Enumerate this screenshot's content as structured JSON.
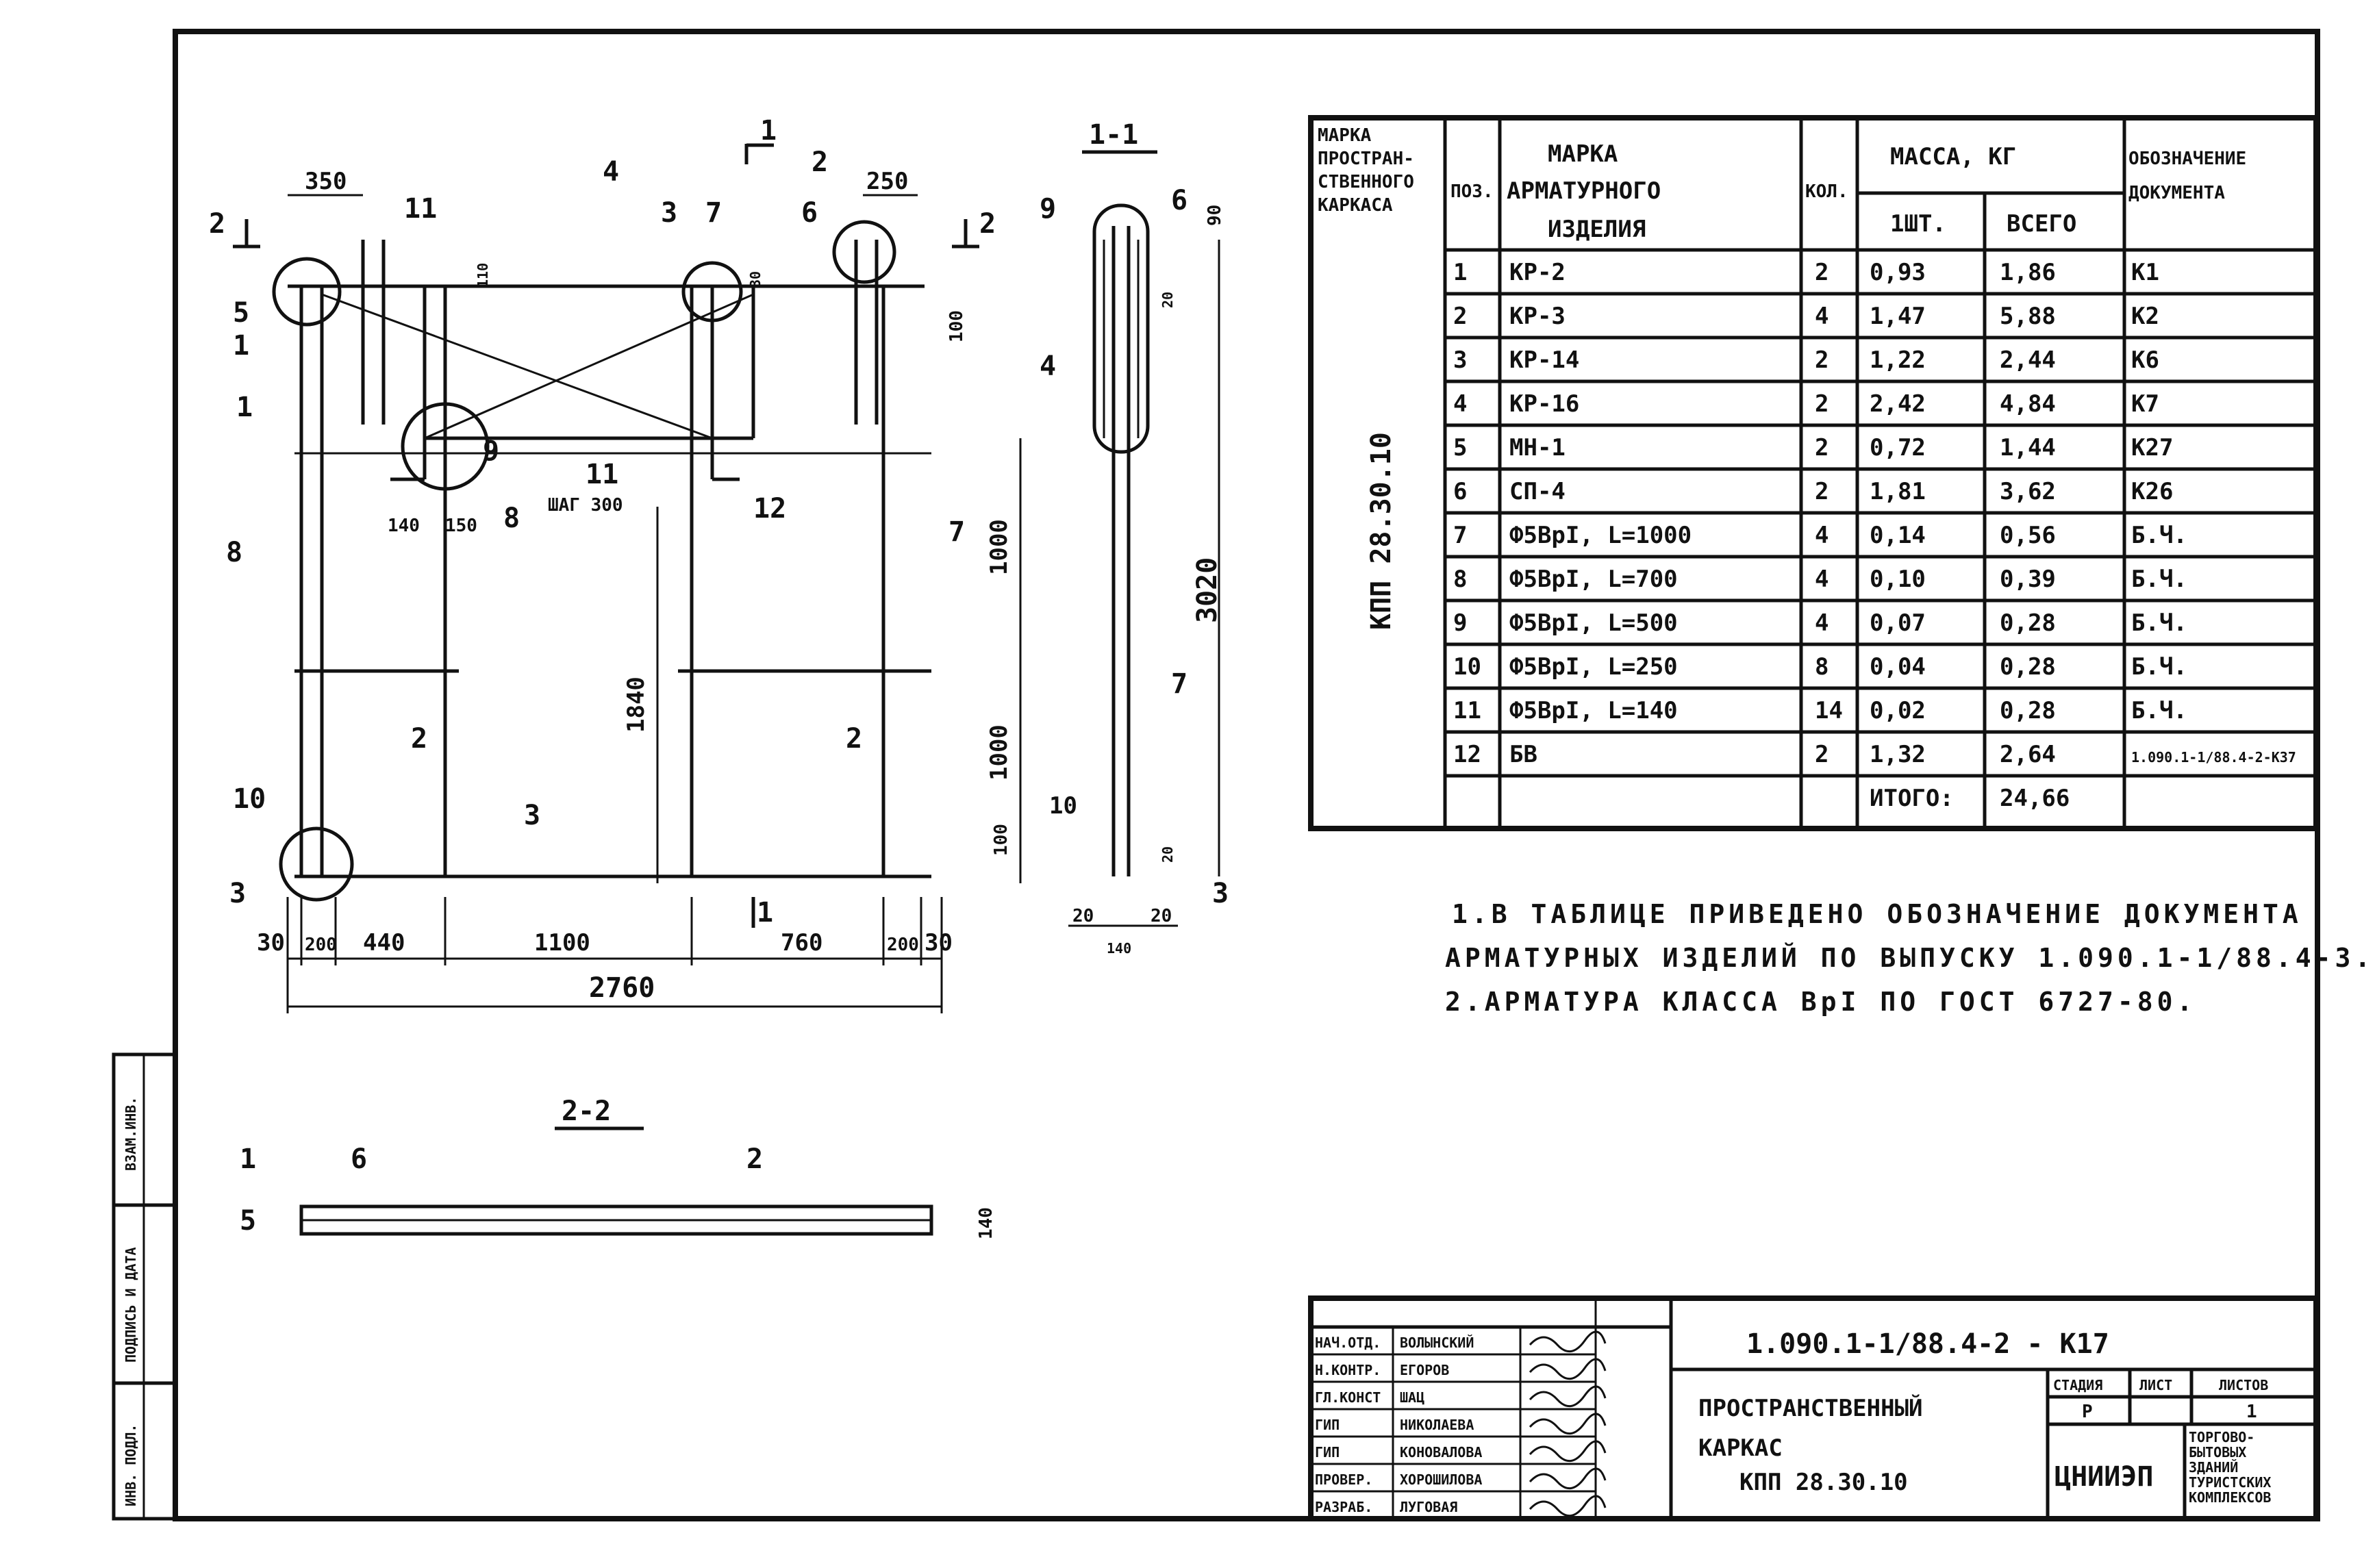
{
  "spec_table": {
    "headers": {
      "frame_mark": [
        "МАРКА",
        "ПРОСТРАН-",
        "СТВЕННОГО",
        "КАРКАСА"
      ],
      "pos": "ПОЗ.",
      "item_mark": [
        "МАРКА",
        "АРМАТУРНОГО",
        "ИЗДЕЛИЯ"
      ],
      "qty": "КОЛ.",
      "mass": "МАССА, КГ",
      "mass_one": "1ШТ.",
      "mass_all": "ВСЕГО",
      "doc": [
        "ОБОЗНАЧЕНИЕ",
        "ДОКУМЕНТА"
      ]
    },
    "frame_value": "КПП 28.30.10",
    "rows": [
      {
        "pos": "1",
        "mark": "КР-2",
        "qty": "2",
        "one": "0,93",
        "all": "1,86",
        "doc": "К1"
      },
      {
        "pos": "2",
        "mark": "КР-3",
        "qty": "4",
        "one": "1,47",
        "all": "5,88",
        "doc": "К2"
      },
      {
        "pos": "3",
        "mark": "КР-14",
        "qty": "2",
        "one": "1,22",
        "all": "2,44",
        "doc": "К6"
      },
      {
        "pos": "4",
        "mark": "КР-16",
        "qty": "2",
        "one": "2,42",
        "all": "4,84",
        "doc": "К7"
      },
      {
        "pos": "5",
        "mark": "МН-1",
        "qty": "2",
        "one": "0,72",
        "all": "1,44",
        "doc": "К27"
      },
      {
        "pos": "6",
        "mark": "СП-4",
        "qty": "2",
        "one": "1,81",
        "all": "3,62",
        "doc": "К26"
      },
      {
        "pos": "7",
        "mark": "Ф5ВрI, L=1000",
        "qty": "4",
        "one": "0,14",
        "all": "0,56",
        "doc": "Б.Ч."
      },
      {
        "pos": "8",
        "mark": "Ф5ВрI, L=700",
        "qty": "4",
        "one": "0,10",
        "all": "0,39",
        "doc": "Б.Ч."
      },
      {
        "pos": "9",
        "mark": "Ф5ВрI, L=500",
        "qty": "4",
        "one": "0,07",
        "all": "0,28",
        "doc": "Б.Ч."
      },
      {
        "pos": "10",
        "mark": "Ф5ВрI, L=250",
        "qty": "8",
        "one": "0,04",
        "all": "0,28",
        "doc": "Б.Ч."
      },
      {
        "pos": "11",
        "mark": "Ф5ВрI, L=140",
        "qty": "14",
        "one": "0,02",
        "all": "0,28",
        "doc": "Б.Ч."
      },
      {
        "pos": "12",
        "mark": "БВ",
        "qty": "2",
        "one": "1,32",
        "all": "2,64",
        "doc": "1.090.1-1/88.4-2-К37"
      }
    ],
    "total_label": "ИТОГО:",
    "total_value": "24,66"
  },
  "notes": [
    "1.В ТАБЛИЦЕ ПРИВЕДЕНО ОБОЗНАЧЕНИЕ ДОКУМЕНТА",
    "АРМАТУРНЫХ ИЗДЕЛИЙ ПО ВЫПУСКУ 1.090.1-1/88.4-3.",
    "2.АРМАТУРА КЛАССА ВрI ПО ГОСТ 6727-80."
  ],
  "drawing": {
    "section_1_1": "1-1",
    "section_2_2": "2-2",
    "dims_bottom": [
      "30",
      "200",
      "440",
      "1100",
      "760",
      "200",
      "30"
    ],
    "dim_total": "2760",
    "dim_top_left": "350",
    "dim_top_right": "250",
    "dim_right": [
      "100",
      "1000",
      "1000",
      "100"
    ],
    "dim_inner": "1840",
    "dim_small": [
      "110",
      "30",
      "140",
      "150"
    ],
    "step_label": "ШАГ 300",
    "side_dims": [
      "90",
      "20",
      "3020",
      "20",
      "20",
      "20",
      "140"
    ],
    "dim_2_2": "140",
    "cut_marks": [
      "1",
      "1",
      "2",
      "2"
    ],
    "callouts": [
      "1",
      "2",
      "3",
      "4",
      "5",
      "6",
      "7",
      "8",
      "9",
      "10",
      "11",
      "12"
    ]
  },
  "side_stamp": [
    "ВЗАМ.ИНВ.",
    "ПОДПИСЬ И ДАТА",
    "ИНВ. ПОДЛ."
  ],
  "title_block": {
    "doc_code": "1.090.1-1/88.4-2 - К17",
    "title_line1": "ПРОСТРАНСТВЕННЫЙ",
    "title_line2": "КАРКАС",
    "title_line3": "КПП 28.30.10",
    "stage_label": "СТАДИЯ",
    "sheet_label": "ЛИСТ",
    "sheets_label": "ЛИСТОВ",
    "stage_value": "Р",
    "sheet_value": "",
    "sheets_value": "1",
    "org": "ЦНИИЭП",
    "org_desc": [
      "ТОРГОВО-",
      "БЫТОВЫХ",
      "ЗДАНИЙ",
      "ТУРИСТСКИХ",
      "КОМПЛЕКСОВ"
    ],
    "people": [
      {
        "role": "НАЧ.ОТД.",
        "name": "ВОЛЫНСКИЙ"
      },
      {
        "role": "Н.КОНТР.",
        "name": "ЕГОРОВ"
      },
      {
        "role": "ГЛ.КОНСТ",
        "name": "ШАЦ"
      },
      {
        "role": "ГИП",
        "name": "НИКОЛАЕВА"
      },
      {
        "role": "ГИП",
        "name": "КОНОВАЛОВА"
      },
      {
        "role": "ПРОВЕР.",
        "name": "ХОРОШИЛОВА"
      },
      {
        "role": "РАЗРАБ.",
        "name": "ЛУГОВАЯ"
      }
    ]
  }
}
